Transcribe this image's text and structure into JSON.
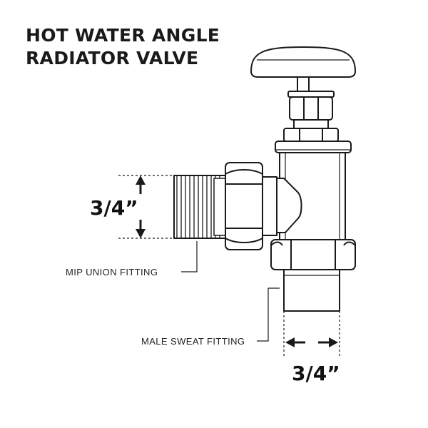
{
  "title": {
    "line1": "HOT WATER ANGLE",
    "line2": "RADIATOR VALVE"
  },
  "labels": {
    "mip_fitting": "MIP UNION FITTING",
    "sweat_fitting": "MALE SWEAT FITTING",
    "dim_mip": "3/4”",
    "dim_sweat": "3/4”"
  },
  "colors": {
    "stroke": "#1a1a1a",
    "background": "#ffffff"
  }
}
